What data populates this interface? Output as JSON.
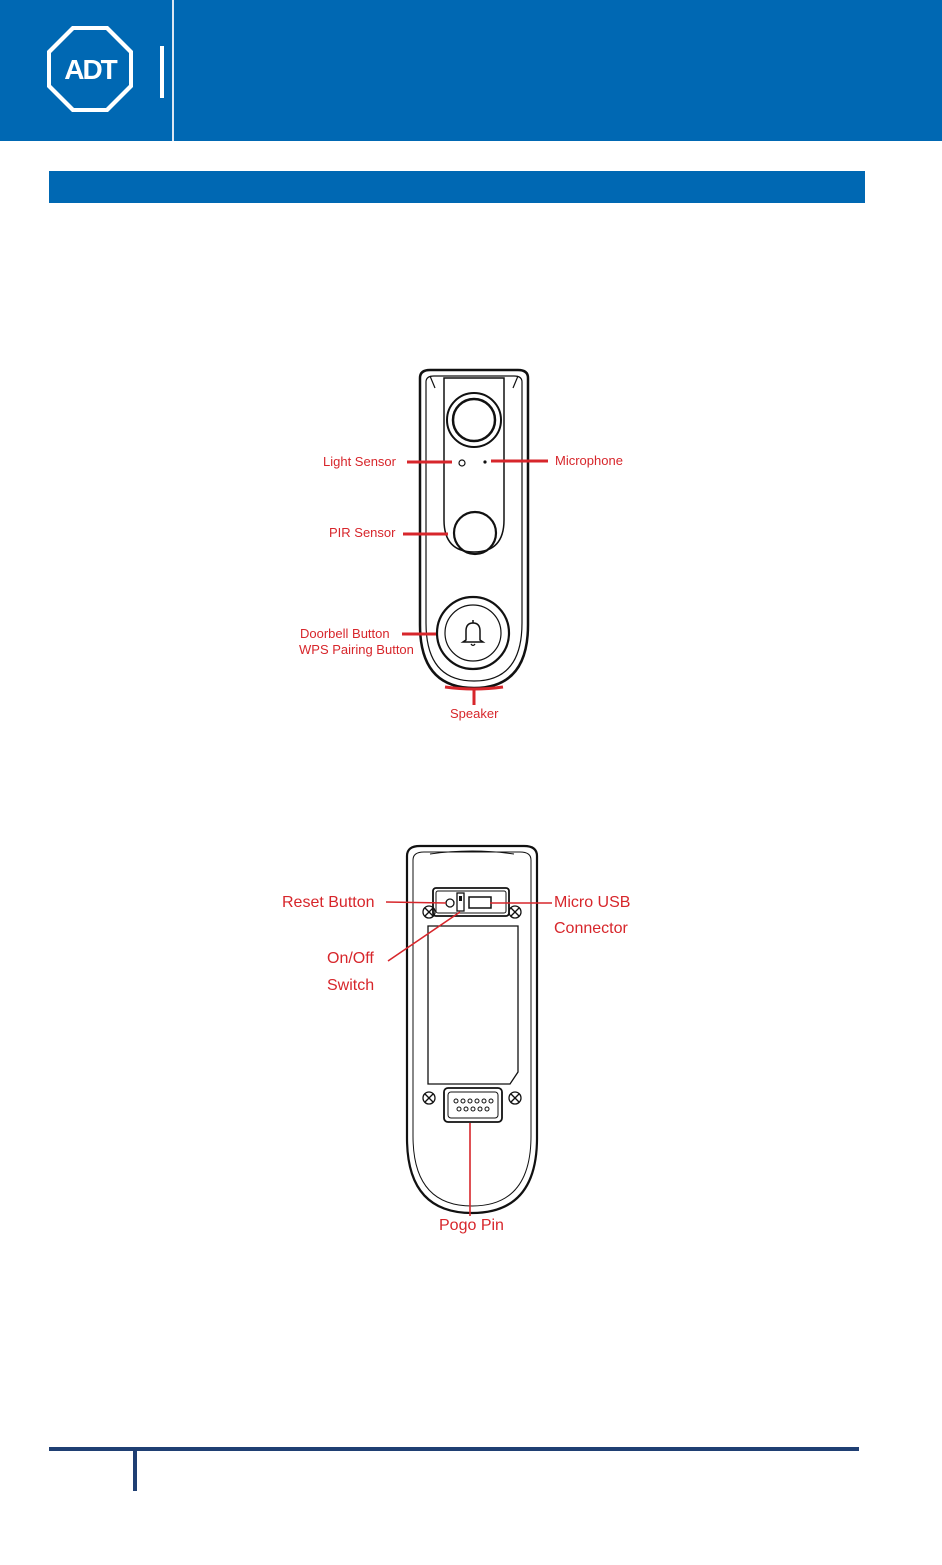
{
  "header": {
    "logo_text": "ADT",
    "brand_color": "#0068b3"
  },
  "front_view": {
    "labels": {
      "light_sensor": "Light Sensor",
      "microphone": "Microphone",
      "pir_sensor": "PIR Sensor",
      "doorbell_button": "Doorbell Button",
      "wps_pairing_button": "WPS Pairing Button",
      "speaker": "Speaker"
    }
  },
  "back_view": {
    "labels": {
      "reset_button": "Reset Button",
      "micro_usb_line1": "Micro USB",
      "micro_usb_line2": "Connector",
      "on_off_line1": "On/Off",
      "on_off_line2": "Switch",
      "pogo_pin": "Pogo Pin"
    }
  },
  "colors": {
    "callout": "#d7262b",
    "footer_rule": "#1f3f73"
  }
}
